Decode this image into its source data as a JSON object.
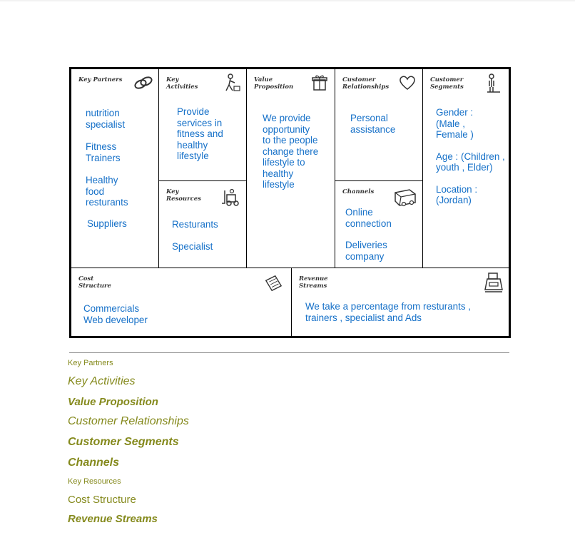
{
  "canvas": {
    "key_partners": {
      "title": "Key Partners",
      "items": [
        "nutrition specialist",
        "Fitness Trainers",
        "Healthy food resturants",
        "Suppliers"
      ]
    },
    "key_activities": {
      "title": "Key Activities",
      "items": [
        "Provide services in fitness and healthy lifestyle"
      ]
    },
    "key_resources": {
      "title": "Key Resources",
      "items": [
        "Resturants",
        "Specialist"
      ]
    },
    "value_proposition": {
      "title": "Value Proposition",
      "text": "We provide opportunity to the people change there lifestyle to healthy lifestyle"
    },
    "customer_relationships": {
      "title": "Customer Relationships",
      "items": [
        "Personal assistance"
      ]
    },
    "channels": {
      "title": "Channels",
      "items": [
        "Online connection",
        "Deliveries company"
      ]
    },
    "customer_segments": {
      "title": "Customer Segments",
      "items": [
        "Gender : (Male , Female )",
        "Age : (Children , youth , Elder)",
        "Location : (Jordan)"
      ]
    },
    "cost_structure": {
      "title": "Cost Structure",
      "items": [
        "Commercials",
        "Web developer"
      ]
    },
    "revenue_streams": {
      "title": "Revenue Streams",
      "text": "We take a percentage from resturants , trainers , specialist and Ads"
    }
  },
  "legend": [
    "Key Partners",
    "Key Activities",
    "Value Proposition",
    "Customer Relationships",
    "Customer Segments",
    "Channels",
    "Key Resources",
    "Cost Structure",
    "Revenue Streams"
  ],
  "colors": {
    "body_text": "#1570c8",
    "legend_text": "#858a1d",
    "border": "#000000"
  },
  "icons": {
    "key_partners": "chain-link-icon",
    "key_activities": "worker-icon",
    "key_resources": "forklift-icon",
    "value_proposition": "gift-box-icon",
    "customer_relationships": "heart-icon",
    "channels": "delivery-truck-icon",
    "customer_segments": "person-icon",
    "cost_structure": "price-tag-icon",
    "revenue_streams": "cash-register-icon"
  }
}
